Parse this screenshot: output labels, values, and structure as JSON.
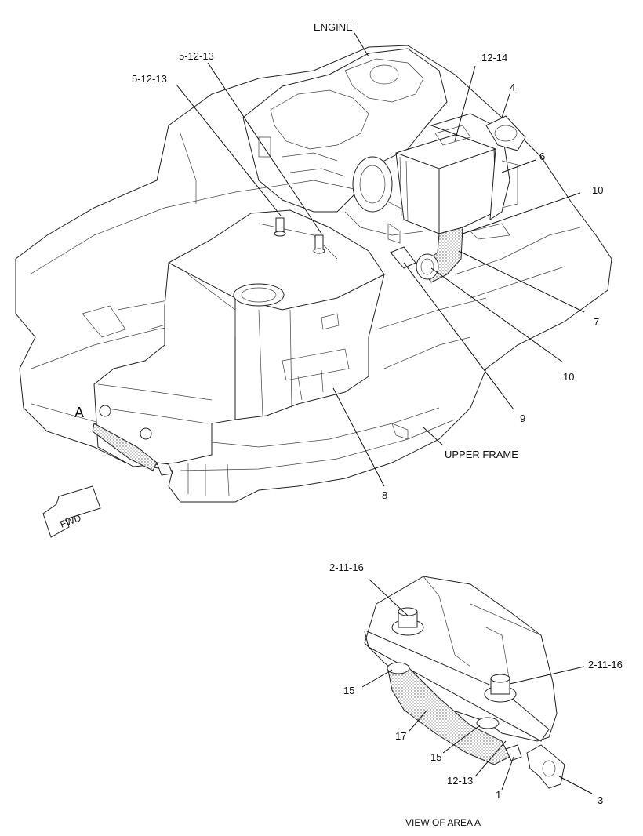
{
  "labels": {
    "engine": "ENGINE",
    "upper_frame": "UPPER FRAME",
    "view_caption": "VIEW OF AREA A",
    "area_marker": "A",
    "fwd": "FWD"
  },
  "callouts": {
    "c_5_12_13_a": "5-12-13",
    "c_5_12_13_b": "5-12-13",
    "c_12_14": "12-14",
    "c_4": "4",
    "c_6": "6",
    "c_10_top": "10",
    "c_7": "7",
    "c_10_low": "10",
    "c_9": "9",
    "c_8": "8",
    "c_2_11_16_a": "2-11-16",
    "c_2_11_16_b": "2-11-16",
    "c_15_a": "15",
    "c_17": "17",
    "c_15_b": "15",
    "c_12_13": "12-13",
    "c_1": "1",
    "c_3": "3"
  }
}
